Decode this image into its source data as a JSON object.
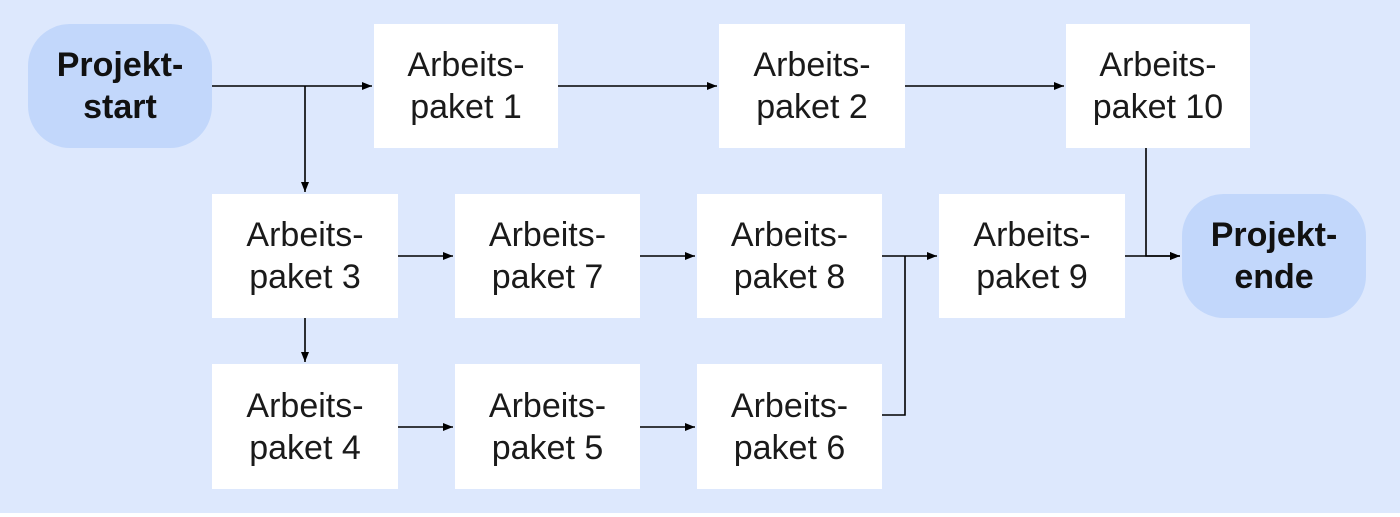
{
  "diagram": {
    "nodes": {
      "projektstart": {
        "line1": "Projekt-",
        "line2": "start"
      },
      "ap1": {
        "line1": "Arbeits-",
        "line2": "paket 1"
      },
      "ap2": {
        "line1": "Arbeits-",
        "line2": "paket 2"
      },
      "ap10": {
        "line1": "Arbeits-",
        "line2": "paket 10"
      },
      "ap3": {
        "line1": "Arbeits-",
        "line2": "paket 3"
      },
      "ap7": {
        "line1": "Arbeits-",
        "line2": "paket 7"
      },
      "ap8": {
        "line1": "Arbeits-",
        "line2": "paket 8"
      },
      "ap9": {
        "line1": "Arbeits-",
        "line2": "paket 9"
      },
      "projektende": {
        "line1": "Projekt-",
        "line2": "ende"
      },
      "ap4": {
        "line1": "Arbeits-",
        "line2": "paket 4"
      },
      "ap5": {
        "line1": "Arbeits-",
        "line2": "paket 5"
      },
      "ap6": {
        "line1": "Arbeits-",
        "line2": "paket 6"
      }
    },
    "edges": [
      {
        "from": "projektstart",
        "to": "ap1"
      },
      {
        "from": "projektstart",
        "to": "ap3"
      },
      {
        "from": "ap1",
        "to": "ap2"
      },
      {
        "from": "ap2",
        "to": "ap10"
      },
      {
        "from": "ap10",
        "to": "projektende"
      },
      {
        "from": "ap3",
        "to": "ap7"
      },
      {
        "from": "ap3",
        "to": "ap4"
      },
      {
        "from": "ap7",
        "to": "ap8"
      },
      {
        "from": "ap8",
        "to": "ap9"
      },
      {
        "from": "ap6",
        "to": "ap9"
      },
      {
        "from": "ap9",
        "to": "projektende"
      },
      {
        "from": "ap4",
        "to": "ap5"
      },
      {
        "from": "ap5",
        "to": "ap6"
      }
    ]
  },
  "colors": {
    "background": "#dde8fd",
    "box": "#ffffff",
    "terminal": "#c2d7fb",
    "line": "#000000"
  }
}
